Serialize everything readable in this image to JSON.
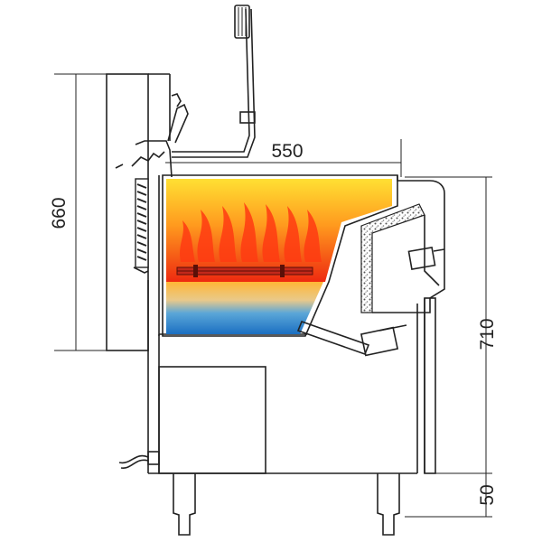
{
  "dimensions": {
    "width_top": "550",
    "height_left": "660",
    "height_right": "710",
    "leg_height": "50"
  },
  "colors": {
    "oil_top": "#ffe033",
    "oil_mid": "#ff8a1c",
    "oil_hot": "#ee2a10",
    "water_top": "#ffc23a",
    "water_bottom": "#1b6fc2",
    "flame": "#ff3b12",
    "insulation": "#999999",
    "line": "#222222"
  }
}
